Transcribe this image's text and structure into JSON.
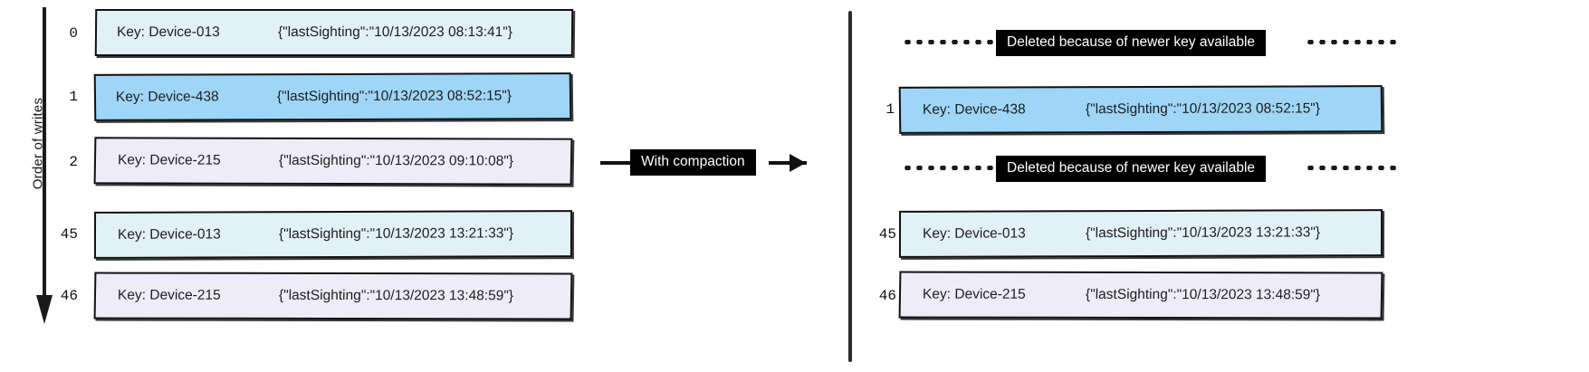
{
  "diagram": {
    "title_axis": "Order of writes",
    "transition_label": "With compaction",
    "deleted_note": "Deleted because of newer key available",
    "colors": {
      "pale_blue": "#e2f1f8",
      "strong_blue": "#9fd6f7",
      "lavender": "#efecf9",
      "stroke": "#111111",
      "tag_bg": "#000000",
      "tag_fg": "#ffffff"
    }
  },
  "left_panel": {
    "name": "uncompacted-log",
    "records": [
      {
        "index": "0",
        "key": "Key: Device-013",
        "value": "{\"lastSighting\":\"10/13/2023 08:13:41\"}",
        "fill": "pale_blue"
      },
      {
        "index": "1",
        "key": "Key: Device-438",
        "value": "{\"lastSighting\":\"10/13/2023 08:52:15\"}",
        "fill": "strong_blue"
      },
      {
        "index": "2",
        "key": "Key: Device-215",
        "value": "{\"lastSighting\":\"10/13/2023 09:10:08\"}",
        "fill": "lavender"
      },
      {
        "index": "45",
        "key": "Key: Device-013",
        "value": "{\"lastSighting\":\"10/13/2023 13:21:33\"}",
        "fill": "pale_blue"
      },
      {
        "index": "46",
        "key": "Key: Device-215",
        "value": "{\"lastSighting\":\"10/13/2023 13:48:59\"}",
        "fill": "lavender"
      }
    ]
  },
  "right_panel": {
    "name": "compacted-log",
    "entries": [
      {
        "type": "deleted",
        "note": "Deleted because of newer key available"
      },
      {
        "type": "record",
        "index": "1",
        "key": "Key: Device-438",
        "value": "{\"lastSighting\":\"10/13/2023 08:52:15\"}",
        "fill": "strong_blue"
      },
      {
        "type": "deleted",
        "note": "Deleted because of newer key available"
      },
      {
        "type": "record",
        "index": "45",
        "key": "Key: Device-013",
        "value": "{\"lastSighting\":\"10/13/2023 13:21:33\"}",
        "fill": "pale_blue"
      },
      {
        "type": "record",
        "index": "46",
        "key": "Key: Device-215",
        "value": "{\"lastSighting\":\"10/13/2023 13:48:59\"}",
        "fill": "lavender"
      }
    ]
  }
}
